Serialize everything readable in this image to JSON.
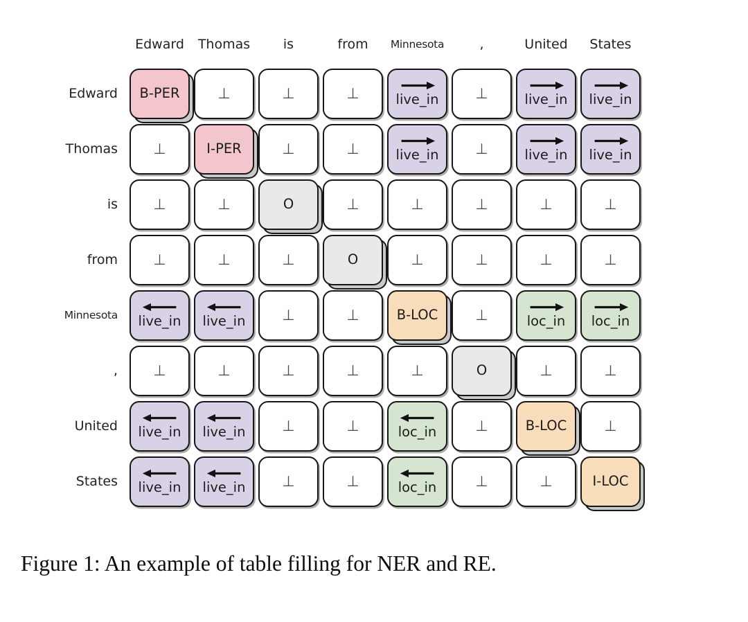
{
  "figure": {
    "caption": "Figure 1: An example of table filling for NER and RE.",
    "tokens": [
      {
        "text": "Edward",
        "small": false
      },
      {
        "text": "Thomas",
        "small": false
      },
      {
        "text": "is",
        "small": false
      },
      {
        "text": "from",
        "small": false
      },
      {
        "text": "Minnesota",
        "small": true
      },
      {
        "text": ",",
        "small": false
      },
      {
        "text": "United",
        "small": false
      },
      {
        "text": "States",
        "small": false
      }
    ],
    "symbols": {
      "no_relation": "⊥"
    },
    "colors": {
      "entity_per": "#f2c6cc",
      "entity_loc": "#f8ddba",
      "relation_live": "#d9d2e6",
      "relation_loc": "#d6e5cf",
      "outside": "#e9e9e9",
      "empty": "#ffffff",
      "border": "#161616"
    },
    "grid": [
      [
        {
          "label": "B-PER",
          "fill": "entity_per",
          "diag": true
        },
        {
          "label": "⊥",
          "fill": "empty"
        },
        {
          "label": "⊥",
          "fill": "empty"
        },
        {
          "label": "⊥",
          "fill": "empty"
        },
        {
          "label": "live_in",
          "fill": "relation_live",
          "arrow": "right"
        },
        {
          "label": "⊥",
          "fill": "empty"
        },
        {
          "label": "live_in",
          "fill": "relation_live",
          "arrow": "right"
        },
        {
          "label": "live_in",
          "fill": "relation_live",
          "arrow": "right"
        }
      ],
      [
        {
          "label": "⊥",
          "fill": "empty"
        },
        {
          "label": "I-PER",
          "fill": "entity_per",
          "diag": true
        },
        {
          "label": "⊥",
          "fill": "empty"
        },
        {
          "label": "⊥",
          "fill": "empty"
        },
        {
          "label": "live_in",
          "fill": "relation_live",
          "arrow": "right"
        },
        {
          "label": "⊥",
          "fill": "empty"
        },
        {
          "label": "live_in",
          "fill": "relation_live",
          "arrow": "right"
        },
        {
          "label": "live_in",
          "fill": "relation_live",
          "arrow": "right"
        }
      ],
      [
        {
          "label": "⊥",
          "fill": "empty"
        },
        {
          "label": "⊥",
          "fill": "empty"
        },
        {
          "label": "O",
          "fill": "outside",
          "diag": true
        },
        {
          "label": "⊥",
          "fill": "empty"
        },
        {
          "label": "⊥",
          "fill": "empty"
        },
        {
          "label": "⊥",
          "fill": "empty"
        },
        {
          "label": "⊥",
          "fill": "empty"
        },
        {
          "label": "⊥",
          "fill": "empty"
        }
      ],
      [
        {
          "label": "⊥",
          "fill": "empty"
        },
        {
          "label": "⊥",
          "fill": "empty"
        },
        {
          "label": "⊥",
          "fill": "empty"
        },
        {
          "label": "O",
          "fill": "outside",
          "diag": true
        },
        {
          "label": "⊥",
          "fill": "empty"
        },
        {
          "label": "⊥",
          "fill": "empty"
        },
        {
          "label": "⊥",
          "fill": "empty"
        },
        {
          "label": "⊥",
          "fill": "empty"
        }
      ],
      [
        {
          "label": "live_in",
          "fill": "relation_live",
          "arrow": "left"
        },
        {
          "label": "live_in",
          "fill": "relation_live",
          "arrow": "left"
        },
        {
          "label": "⊥",
          "fill": "empty"
        },
        {
          "label": "⊥",
          "fill": "empty"
        },
        {
          "label": "B-LOC",
          "fill": "entity_loc",
          "diag": true
        },
        {
          "label": "⊥",
          "fill": "empty"
        },
        {
          "label": "loc_in",
          "fill": "relation_loc",
          "arrow": "right"
        },
        {
          "label": "loc_in",
          "fill": "relation_loc",
          "arrow": "right"
        }
      ],
      [
        {
          "label": "⊥",
          "fill": "empty"
        },
        {
          "label": "⊥",
          "fill": "empty"
        },
        {
          "label": "⊥",
          "fill": "empty"
        },
        {
          "label": "⊥",
          "fill": "empty"
        },
        {
          "label": "⊥",
          "fill": "empty"
        },
        {
          "label": "O",
          "fill": "outside",
          "diag": true
        },
        {
          "label": "⊥",
          "fill": "empty"
        },
        {
          "label": "⊥",
          "fill": "empty"
        }
      ],
      [
        {
          "label": "live_in",
          "fill": "relation_live",
          "arrow": "left"
        },
        {
          "label": "live_in",
          "fill": "relation_live",
          "arrow": "left"
        },
        {
          "label": "⊥",
          "fill": "empty"
        },
        {
          "label": "⊥",
          "fill": "empty"
        },
        {
          "label": "loc_in",
          "fill": "relation_loc",
          "arrow": "left"
        },
        {
          "label": "⊥",
          "fill": "empty"
        },
        {
          "label": "B-LOC",
          "fill": "entity_loc",
          "diag": true
        },
        {
          "label": "⊥",
          "fill": "empty"
        }
      ],
      [
        {
          "label": "live_in",
          "fill": "relation_live",
          "arrow": "left"
        },
        {
          "label": "live_in",
          "fill": "relation_live",
          "arrow": "left"
        },
        {
          "label": "⊥",
          "fill": "empty"
        },
        {
          "label": "⊥",
          "fill": "empty"
        },
        {
          "label": "loc_in",
          "fill": "relation_loc",
          "arrow": "left"
        },
        {
          "label": "⊥",
          "fill": "empty"
        },
        {
          "label": "⊥",
          "fill": "empty"
        },
        {
          "label": "I-LOC",
          "fill": "entity_loc",
          "diag": true
        }
      ]
    ]
  }
}
